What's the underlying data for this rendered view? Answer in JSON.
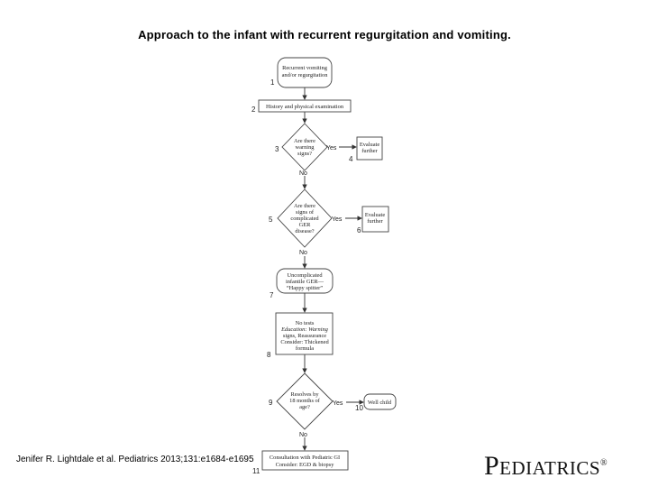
{
  "title": "Approach to the infant with recurrent regurgitation and vomiting.",
  "citation": "Jenifer R. Lightdale et al. Pediatrics 2013;131:e1684-e1695",
  "logo": {
    "text": "Pediatrics",
    "mark": "®"
  },
  "flowchart": {
    "yes_label": "Yes",
    "no_label": "No",
    "nodes": [
      {
        "num": "1",
        "lines": [
          "Recurrent vomiting",
          "and/or regurgitation"
        ]
      },
      {
        "num": "2",
        "lines": [
          "History and physical examination"
        ]
      },
      {
        "num": "3",
        "lines": [
          "Are there",
          "warning",
          "signs?"
        ]
      },
      {
        "num": "4",
        "lines": [
          "Evaluate",
          "further"
        ]
      },
      {
        "num": "5",
        "lines": [
          "Are there",
          "signs of",
          "complicated",
          "GER",
          "disease?"
        ]
      },
      {
        "num": "6",
        "lines": [
          "Evaluate",
          "further"
        ]
      },
      {
        "num": "7",
        "lines": [
          "Uncomplicated",
          "infantile GER—",
          "“Happy spitter”"
        ]
      },
      {
        "num": "8",
        "lines": [
          "No tests",
          "Education: Warning",
          "signs, Reassurance",
          "Consider: Thickened",
          "formula"
        ]
      },
      {
        "num": "9",
        "lines": [
          "Resolves by",
          "18 months of",
          "age?"
        ]
      },
      {
        "num": "10",
        "lines": [
          "Well child"
        ]
      },
      {
        "num": "11",
        "lines": [
          "Consultation with Pediatric GI",
          "Consider: EGD & biopsy"
        ]
      }
    ]
  }
}
